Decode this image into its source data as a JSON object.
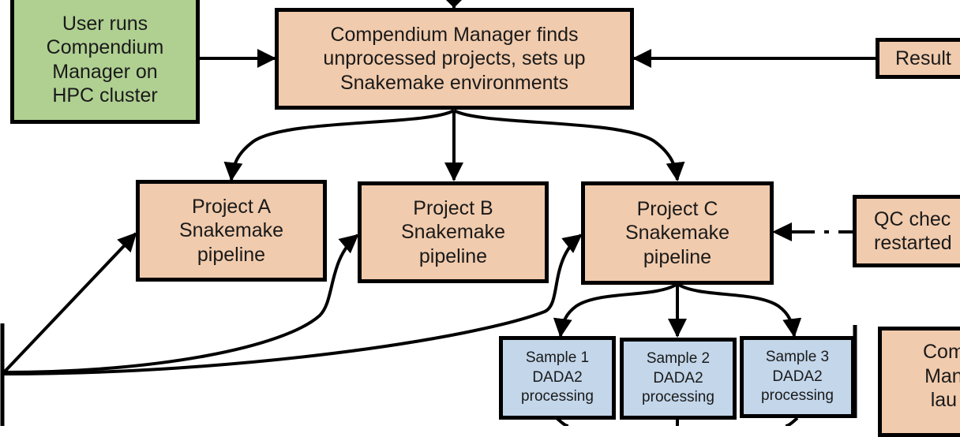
{
  "diagram": {
    "colors": {
      "user_box": "#b0d092",
      "process_box": "#f1cbad",
      "sample_box": "#c3d6ea",
      "stroke": "#000000"
    },
    "nodes": {
      "user": "User runs\nCompendium\nManager on\nHPC cluster",
      "manager": "Compendium Manager finds\nunprocessed projects, sets up\nSnakemake environments",
      "results": "Result",
      "project_a": "Project A\nSnakemake\npipeline",
      "project_b": "Project B\nSnakemake\npipeline",
      "project_c": "Project C\nSnakemake\npipeline",
      "qc": "QC chec\nrestarted",
      "sample_1": "Sample 1\nDADA2\nprocessing",
      "sample_2": "Sample 2\nDADA2\nprocessing",
      "sample_3": "Sample 3\nDADA2\nprocessing",
      "launch": "Com\nMan\nlau"
    },
    "edges": [
      {
        "from": "user",
        "to": "manager",
        "style": "solid"
      },
      {
        "from": "results",
        "to": "manager",
        "style": "solid"
      },
      {
        "from": "manager",
        "to": "project_a",
        "style": "solid"
      },
      {
        "from": "manager",
        "to": "project_b",
        "style": "solid"
      },
      {
        "from": "manager",
        "to": "project_c",
        "style": "solid"
      },
      {
        "from": "qc",
        "to": "project_c",
        "style": "dash-dot"
      },
      {
        "from": "project_c",
        "to": "sample_1",
        "style": "solid"
      },
      {
        "from": "project_c",
        "to": "sample_2",
        "style": "solid"
      },
      {
        "from": "project_c",
        "to": "sample_3",
        "style": "solid"
      },
      {
        "from": "left-bar",
        "to": "project_a",
        "style": "solid"
      },
      {
        "from": "left-bar",
        "to": "project_b",
        "style": "solid"
      },
      {
        "from": "left-bar",
        "to": "project_c",
        "style": "solid"
      }
    ]
  }
}
